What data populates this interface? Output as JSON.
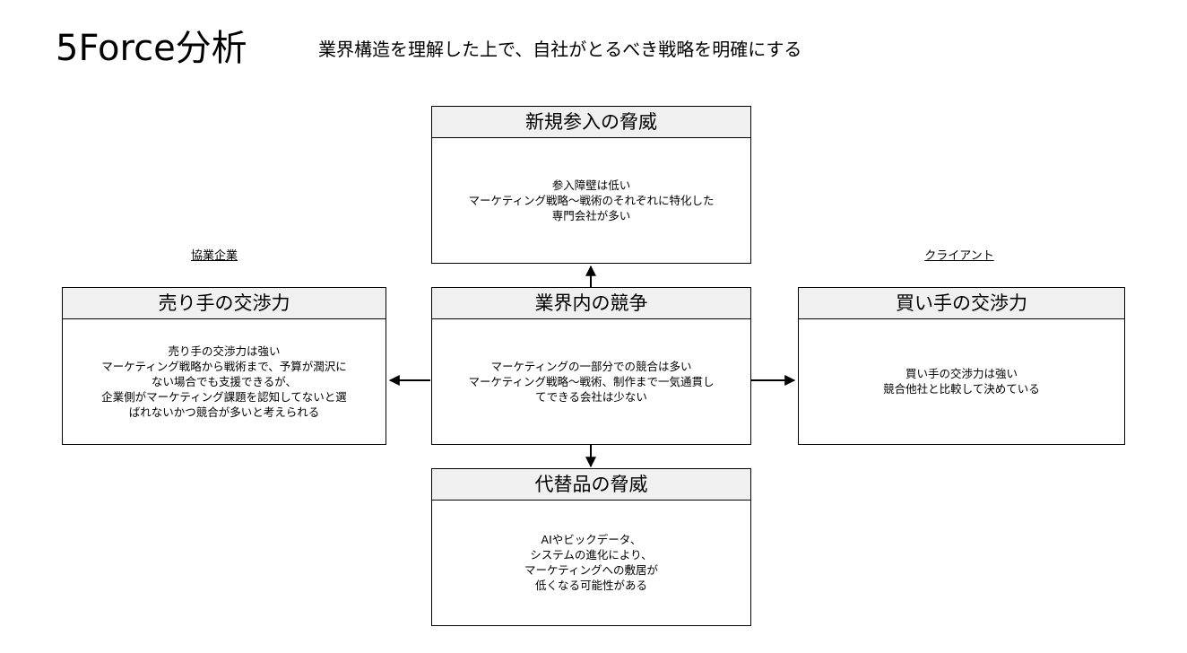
{
  "header": {
    "title": "5Force分析",
    "subtitle": "業界構造を理解した上で、自社がとるべき戦略を明確にする"
  },
  "labels": {
    "left": "協業企業",
    "right": "クライアント"
  },
  "boxes": {
    "new_entrants": {
      "title": "新規参入の脅威",
      "body": "参入障壁は低い\nマーケティング戦略〜戦術のそれぞれに特化した\n専門会社が多い"
    },
    "supplier_power": {
      "title": "売り手の交渉力",
      "body": "売り手の交渉力は強い\nマーケティング戦略から戦術まで、予算が潤沢に\nない場合でも支援できるが、\n企業側がマーケティング課題を認知してないと選\nばれないかつ競合が多いと考えられる"
    },
    "rivalry": {
      "title": "業界内の競争",
      "body": "マーケティングの一部分での競合は多い\nマーケティング戦略〜戦術、制作まで一気通貫し\nてできる会社は少ない"
    },
    "buyer_power": {
      "title": "買い手の交渉力",
      "body": "買い手の交渉力は強い\n競合他社と比較して決めている"
    },
    "substitutes": {
      "title": "代替品の脅威",
      "body": "AIやビックデータ、\nシステムの進化により、\nマーケティングへの敷居が\n低くなる可能性がある"
    }
  }
}
